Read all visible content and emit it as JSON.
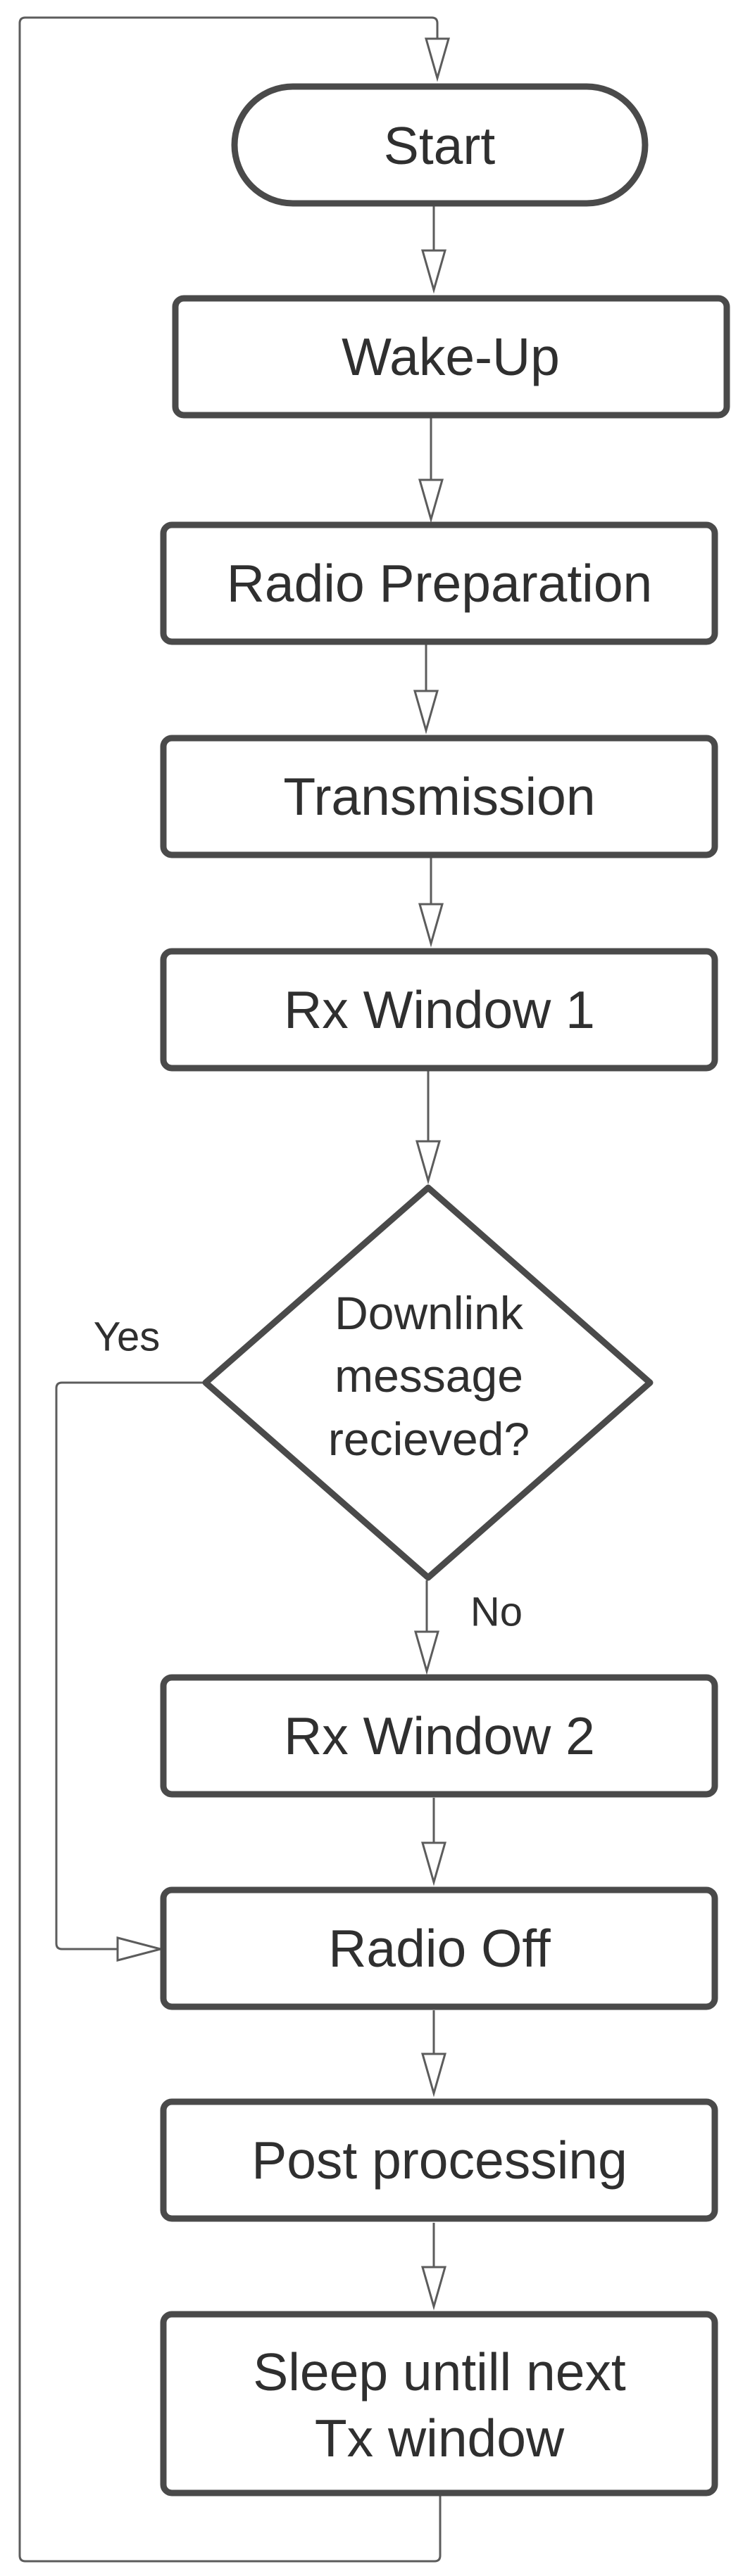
{
  "flowchart": {
    "nodes": {
      "start": "Start",
      "wake_up": "Wake-Up",
      "radio_preparation": "Radio Preparation",
      "transmission": "Transmission",
      "rx_window_1": "Rx Window 1",
      "decision": [
        "Downlink",
        "message",
        "recieved?"
      ],
      "rx_window_2": "Rx Window 2",
      "radio_off": "Radio Off",
      "post_processing": "Post processing",
      "sleep": [
        "Sleep untill next",
        "Tx window"
      ]
    },
    "edge_labels": {
      "yes": "Yes",
      "no": "No"
    },
    "colors": {
      "node_border": "#4a4a4a",
      "connector": "#5c5c5c",
      "text": "#2f2f2f",
      "background": "#ffffff"
    }
  }
}
